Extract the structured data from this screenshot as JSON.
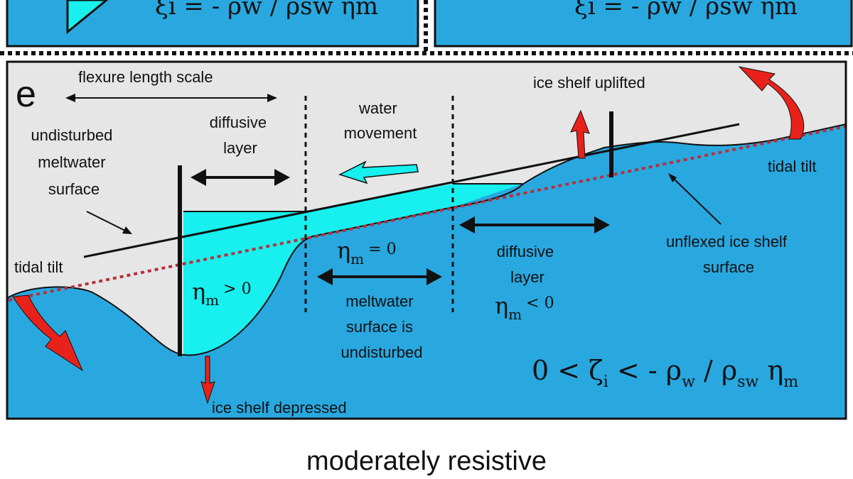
{
  "top_panels": {
    "left_formula": "ξi = - ρw / ρsw ηm",
    "right_formula": "ξi = - ρw / ρsw ηm"
  },
  "panel_e": {
    "panel_letter": "e",
    "flexure_length_scale": "flexure length scale",
    "undisturbed": [
      "undisturbed",
      "meltwater",
      "surface"
    ],
    "tidal_tilt_left": "tidal tilt",
    "tidal_tilt_right": "tidal tilt",
    "diffusive_left": [
      "diffusive",
      "layer"
    ],
    "water_movement": [
      "water",
      "movement"
    ],
    "ice_shelf_uplifted": "ice shelf uplifted",
    "diffusive_right": [
      "diffusive",
      "layer"
    ],
    "unflexed": [
      "unflexed ice shelf",
      "surface"
    ],
    "eta_pos": {
      "base": "η",
      "sub": "m",
      "rel": "> 0"
    },
    "eta_zero": {
      "base": "η",
      "sub": "m",
      "rel": "= 0"
    },
    "eta_neg": {
      "base": "η",
      "sub": "m",
      "rel": "< 0"
    },
    "meltwater_undisturbed": [
      "meltwater",
      "surface is",
      "undisturbed"
    ],
    "ice_shelf_depressed": "ice shelf depressed",
    "formula": {
      "lead": "0 < ζ",
      "sub_i": "i",
      "mid": " < - ρ",
      "sub_w": "w",
      "slash": " / ρ",
      "sub_sw": "sw",
      "eta": " η",
      "sub_m": "m"
    }
  },
  "caption": "moderately resistive",
  "colors": {
    "ocean": "#29a8e0",
    "meltwater": "#17f0ee",
    "background": "#e6e6e6",
    "arrow_red": "#e8221b",
    "tilt_line": "#b5303a"
  }
}
